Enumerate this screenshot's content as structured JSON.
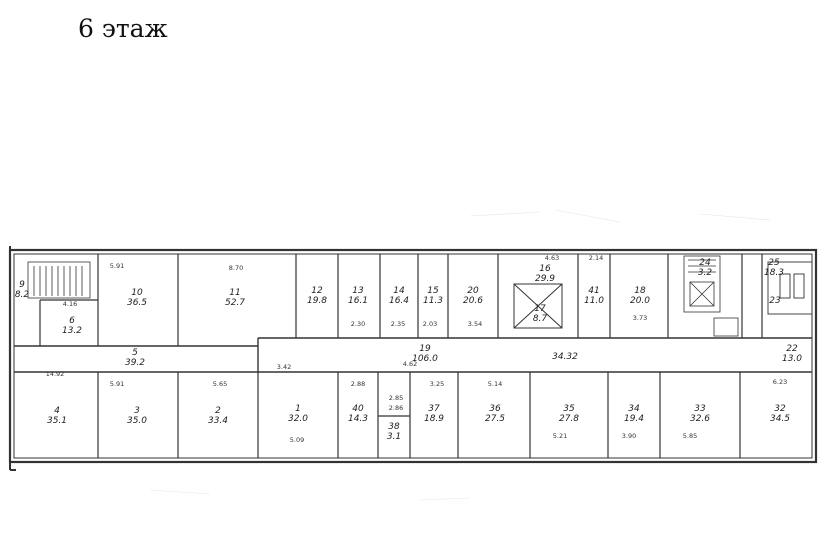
{
  "title": "6 этаж",
  "rooms": [
    {
      "num": "9",
      "area": "8.2"
    },
    {
      "num": "10",
      "area": "36.5"
    },
    {
      "num": "11",
      "area": "52.7"
    },
    {
      "num": "12",
      "area": "19.8"
    },
    {
      "num": "13",
      "area": "16.1"
    },
    {
      "num": "14",
      "area": "16.4"
    },
    {
      "num": "15",
      "area": "11.3"
    },
    {
      "num": "20",
      "area": "20.6"
    },
    {
      "num": "16",
      "area": "29.9"
    },
    {
      "num": "17",
      "area": "8.7"
    },
    {
      "num": "41",
      "area": "11.0"
    },
    {
      "num": "18",
      "area": "20.0"
    },
    {
      "num": "24",
      "area": "3.2"
    },
    {
      "num": "25",
      "area": "18.3"
    },
    {
      "num": "23",
      "area": ""
    },
    {
      "num": "6",
      "area": "13.2"
    },
    {
      "num": "5",
      "area": "39.2"
    },
    {
      "num": "19",
      "area": "106.0"
    },
    {
      "num": "",
      "area": "34.32"
    },
    {
      "num": "22",
      "area": "13.0"
    },
    {
      "num": "4",
      "area": "35.1"
    },
    {
      "num": "3",
      "area": "35.0"
    },
    {
      "num": "2",
      "area": "33.4"
    },
    {
      "num": "1",
      "area": "32.0"
    },
    {
      "num": "40",
      "area": "14.3"
    },
    {
      "num": "38",
      "area": "3.1"
    },
    {
      "num": "37",
      "area": "18.9"
    },
    {
      "num": "36",
      "area": "27.5"
    },
    {
      "num": "35",
      "area": "27.8"
    },
    {
      "num": "34",
      "area": "19.4"
    },
    {
      "num": "33",
      "area": "32.6"
    },
    {
      "num": "32",
      "area": "34.5"
    }
  ],
  "dims": [
    "5.91",
    "8.70",
    "5.91",
    "5.65",
    "14.92",
    "3.25",
    "5.14",
    "5.21",
    "3.90",
    "5.85",
    "6.23",
    "4.16",
    "2.30",
    "2.35",
    "2.03",
    "3.54",
    "4.63",
    "3.73",
    "5.09",
    "2.14",
    "2.88",
    "2.85",
    "2.86",
    "3.42",
    "4.62"
  ]
}
